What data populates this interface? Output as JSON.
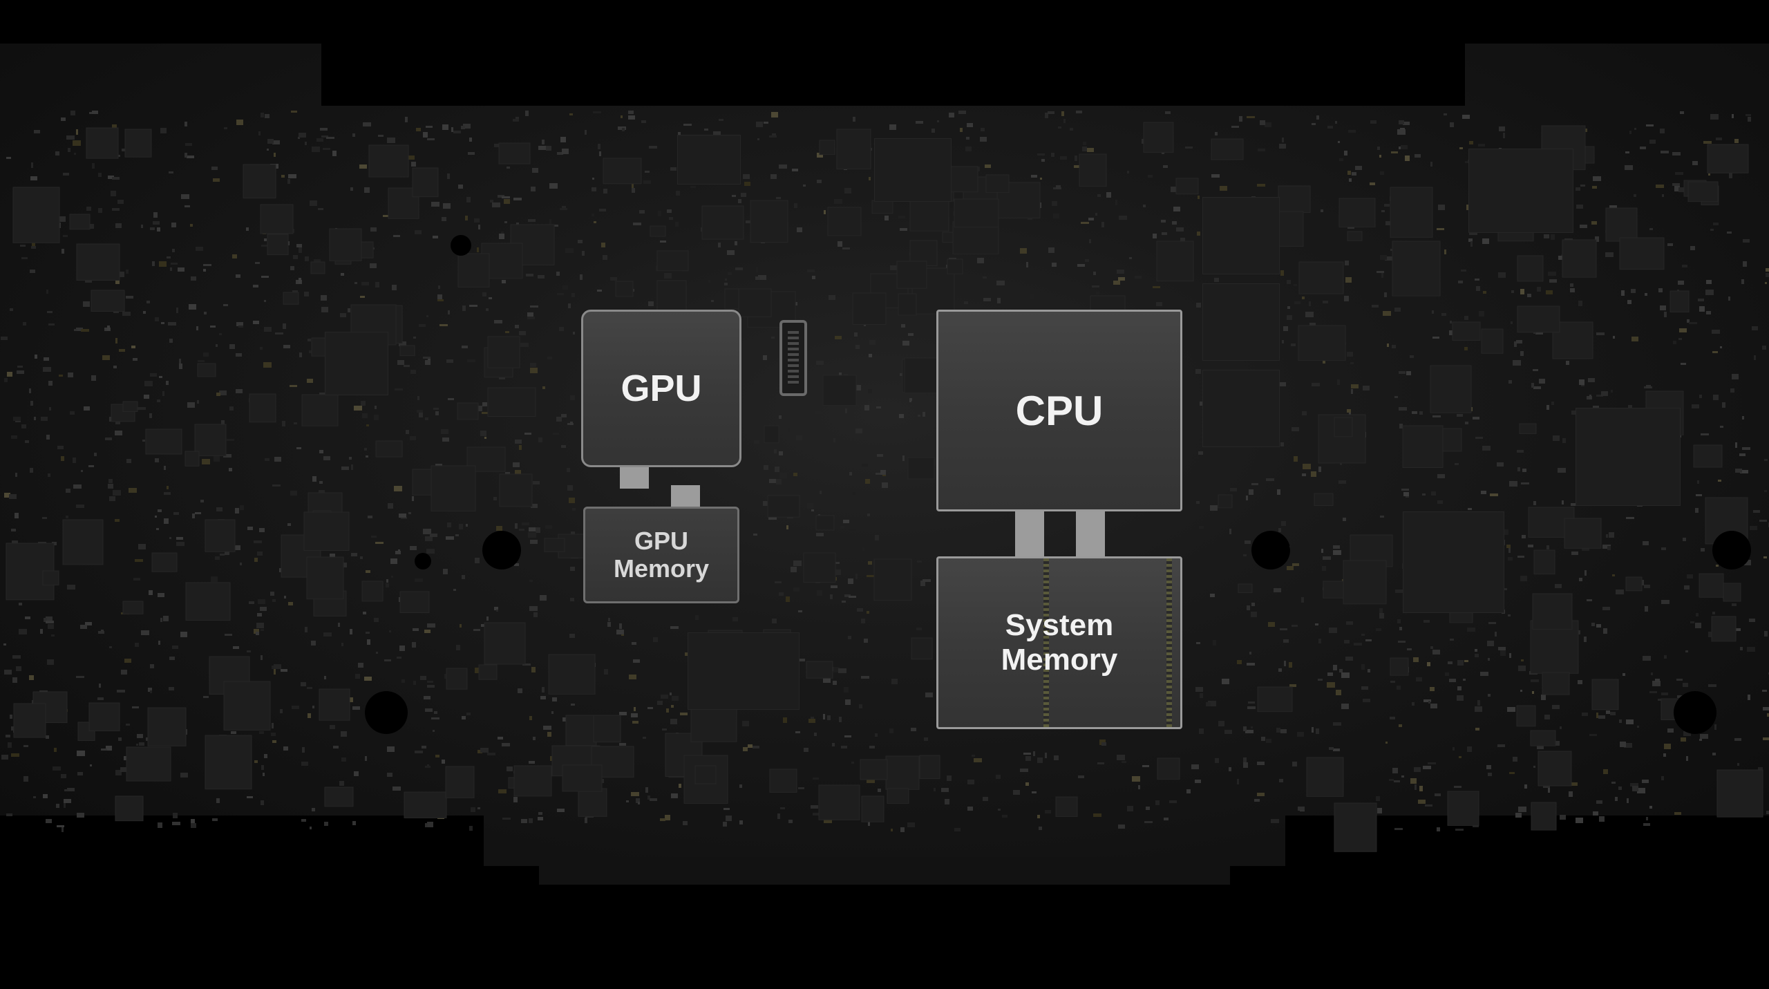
{
  "diagram": {
    "gpu": {
      "label": "GPU"
    },
    "gpu_memory": {
      "label": "GPU\nMemory"
    },
    "cpu": {
      "label": "CPU"
    },
    "system_memory": {
      "label": "System\nMemory"
    }
  },
  "colors": {
    "background": "#000000",
    "board": "#1a1a1a",
    "chip_fill": "#3c3c3c",
    "chip_border": "#8a8a8a",
    "connector": "#9c9c9c",
    "text": "#f2f2f2"
  }
}
